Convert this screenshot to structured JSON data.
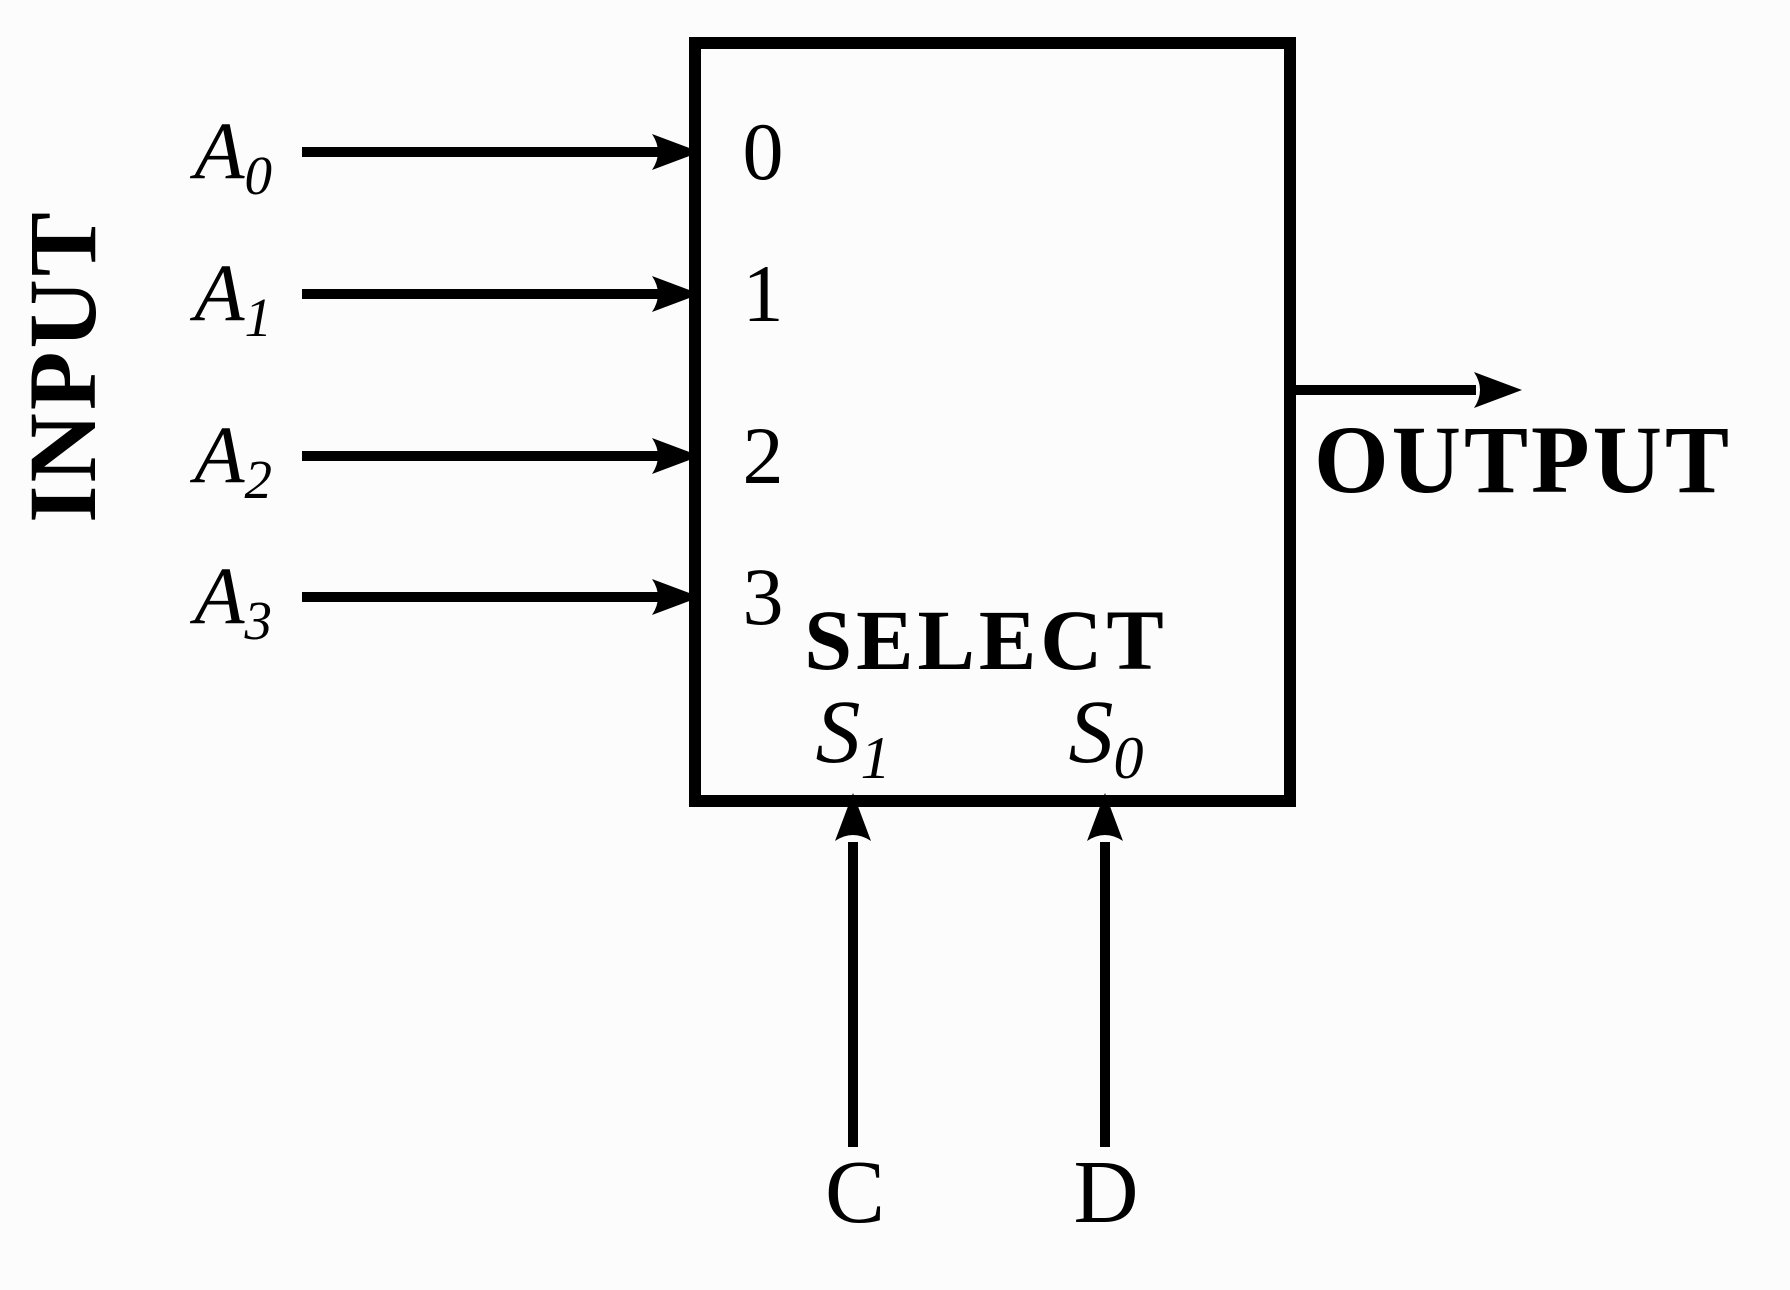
{
  "labels": {
    "input_title": "INPUT",
    "output_title": "OUTPUT",
    "select_title": "SELECT"
  },
  "inputs": [
    {
      "name": "A",
      "sub": "0",
      "port": "0"
    },
    {
      "name": "A",
      "sub": "1",
      "port": "1"
    },
    {
      "name": "A",
      "sub": "2",
      "port": "2"
    },
    {
      "name": "A",
      "sub": "3",
      "port": "3"
    }
  ],
  "selects": [
    {
      "name": "S",
      "sub": "1",
      "source": "C"
    },
    {
      "name": "S",
      "sub": "0",
      "source": "D"
    }
  ],
  "colors": {
    "ink": "#000000",
    "background": "#fcfcfc"
  }
}
